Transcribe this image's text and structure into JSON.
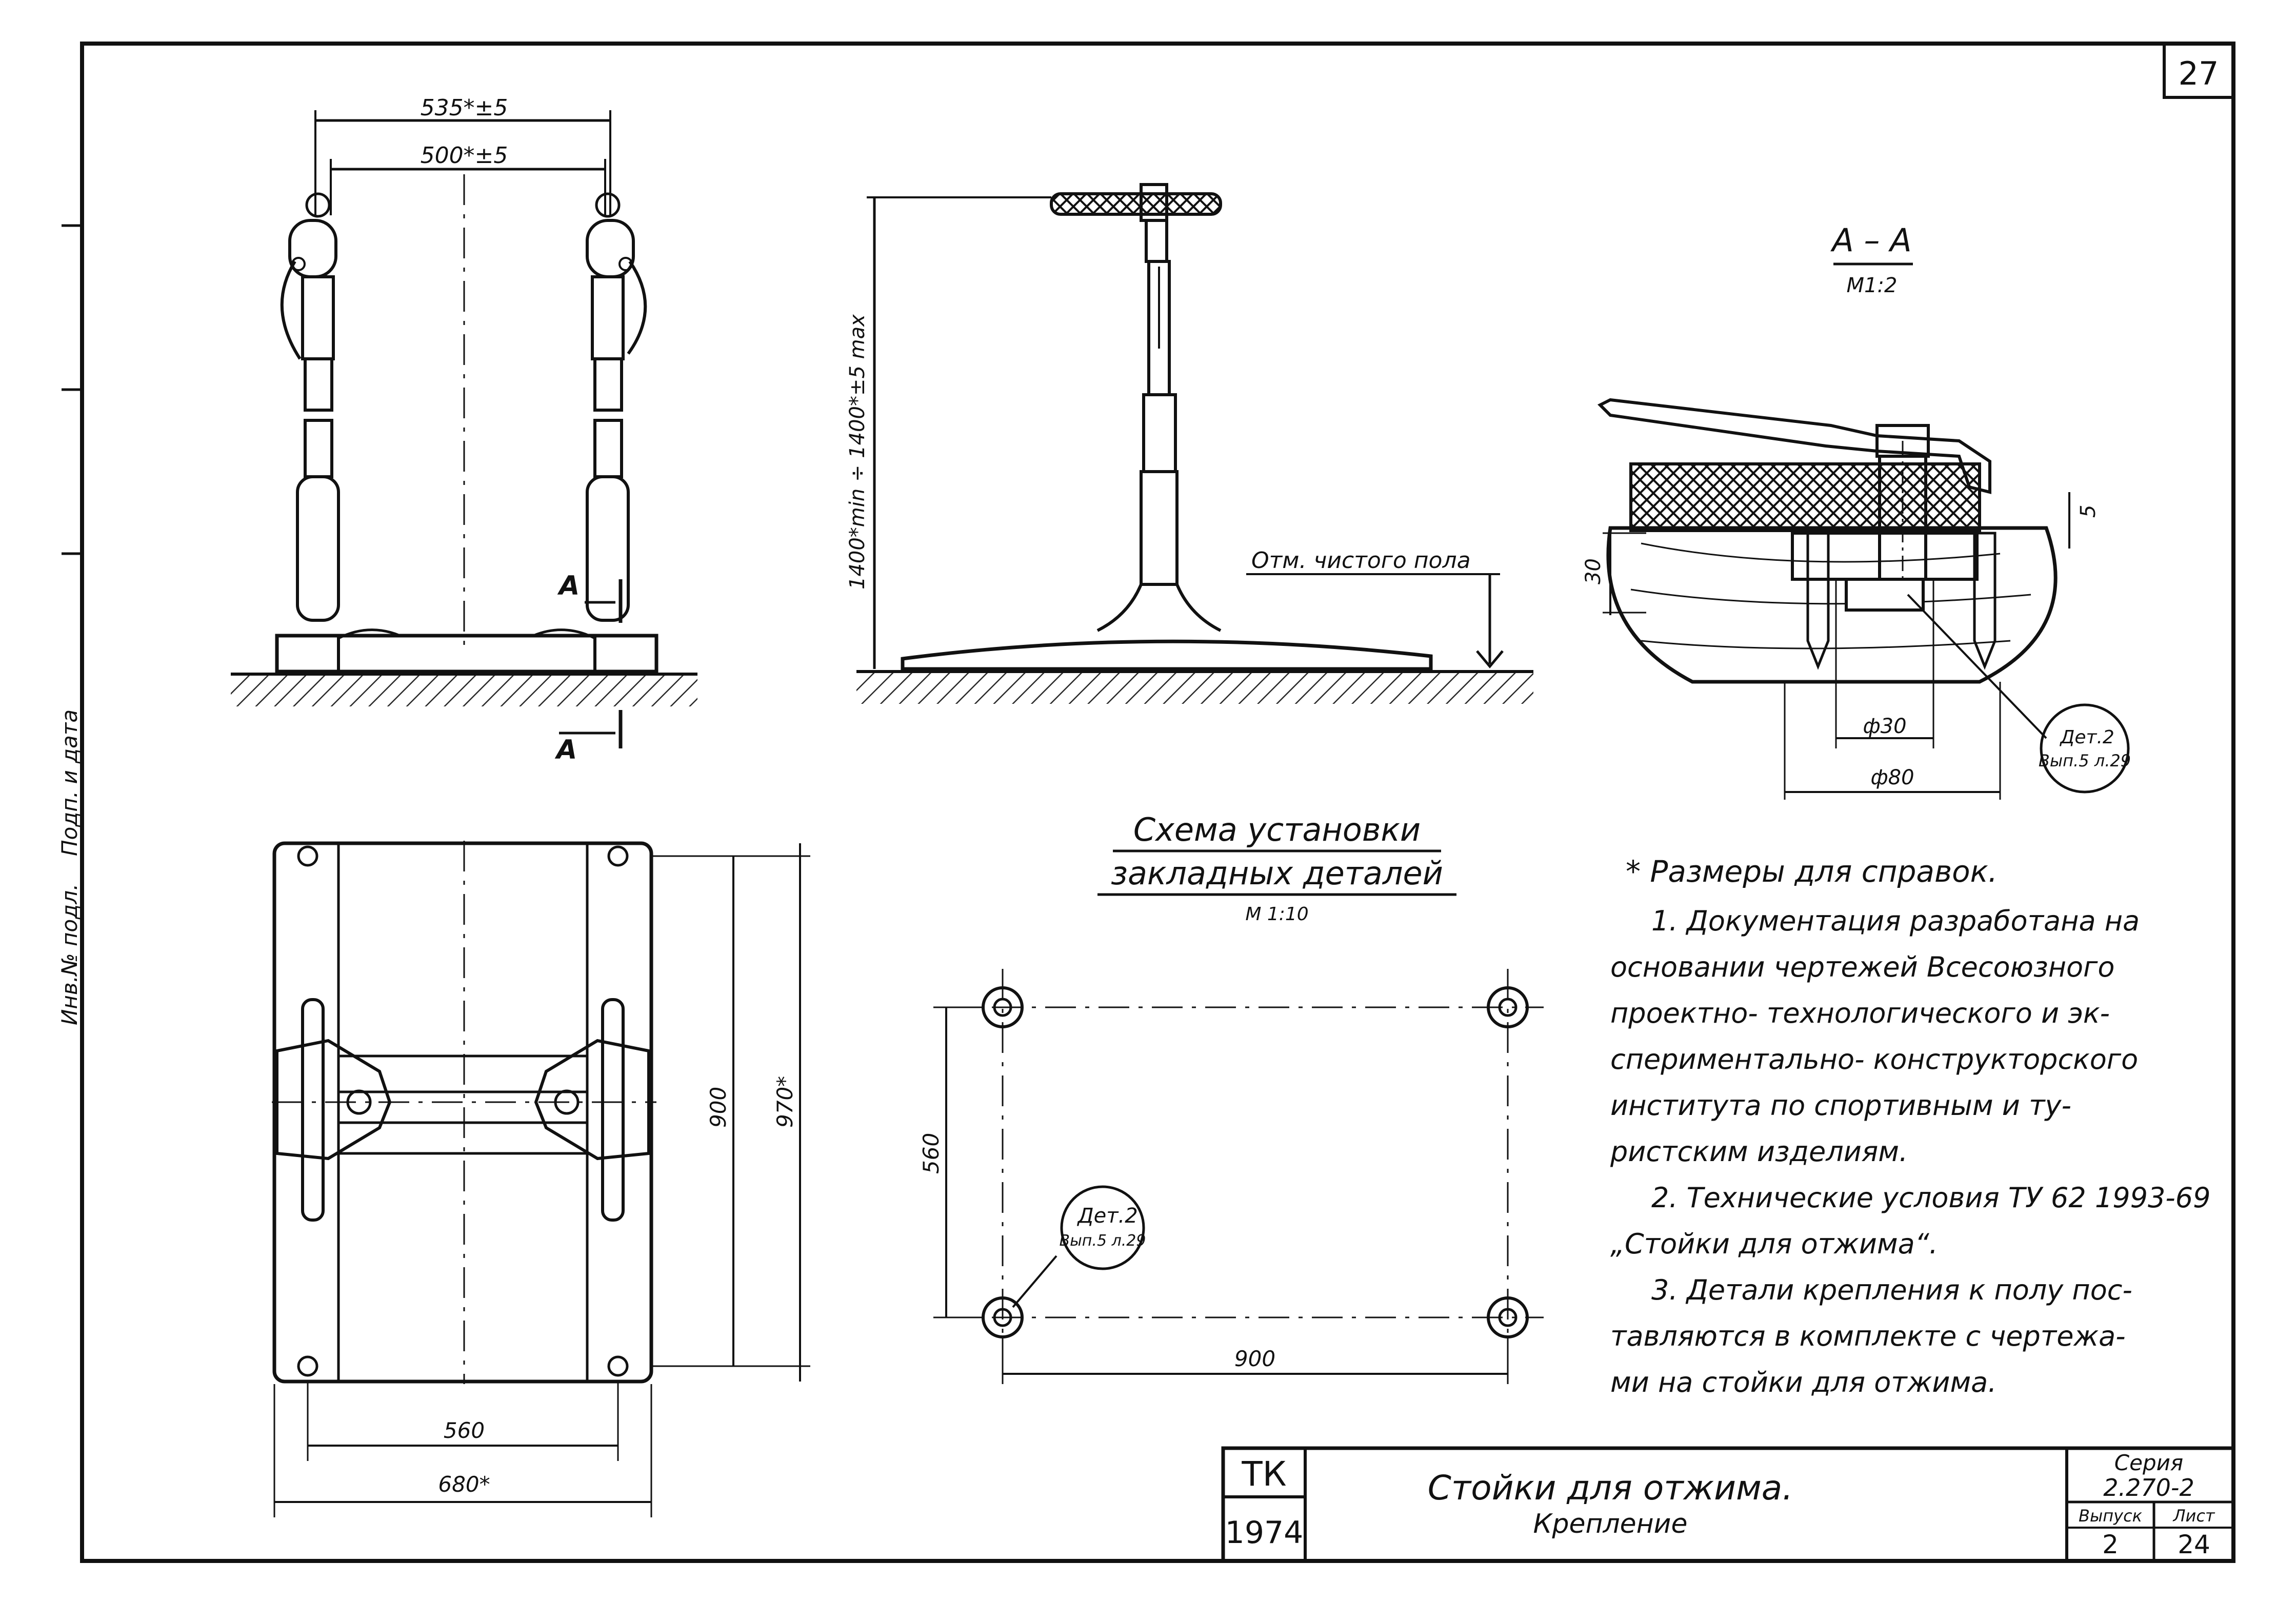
{
  "sheet": {
    "page_number": "27",
    "side_stamp": {
      "line1": "Инв.№ подл.",
      "line2": "Подп. и дата"
    }
  },
  "front_view": {
    "dim_outer": "535*±5",
    "dim_inner": "500*±5",
    "section_mark": "А"
  },
  "side_view": {
    "height_dim": "1400*min ÷ 1400*±5 max",
    "floor_label": "Отм. чистого пола"
  },
  "section_aa": {
    "title": "А – А",
    "scale": "М1:2",
    "dim_5": "5",
    "dim_30": "30",
    "dim_phi30": "ф30",
    "dim_phi80": "ф80",
    "callout_line1": "Дет.2",
    "callout_line2": "Вып.5 л.29"
  },
  "plan_view": {
    "dim_900": "900",
    "dim_970": "970*",
    "dim_560": "560",
    "dim_680": "680*"
  },
  "scheme": {
    "title_line1": "Схема установки",
    "title_line2": "закладных деталей",
    "scale": "М 1:10",
    "dim_560": "560",
    "dim_900": "900",
    "callout_line1": "Дет.2",
    "callout_line2": "Вып.5 л.29"
  },
  "notes": {
    "ref_note": "* Размеры для справок.",
    "lines": [
      "1. Документация разработана на",
      "основании чертежей Всесоюзного",
      "проектно- технологического и эк-",
      "спериментально- конструкторского",
      "института по спортивным и ту-",
      "ристским изделиям.",
      "2. Технические условия ТУ 62 1993-69",
      "„Стойки для отжима“.",
      "3. Детали крепления к полу пос-",
      "тавляются в комплекте с чертежа-",
      "ми на стойки для отжима."
    ]
  },
  "title_block": {
    "org": "ТК",
    "year": "1974",
    "title": "Стойки для отжима.",
    "subtitle": "Крепление",
    "series_label": "Серия",
    "series_value": "2.270-2",
    "issue_label": "Выпуск",
    "issue_value": "2",
    "sheet_label": "Лист",
    "sheet_value": "24"
  }
}
